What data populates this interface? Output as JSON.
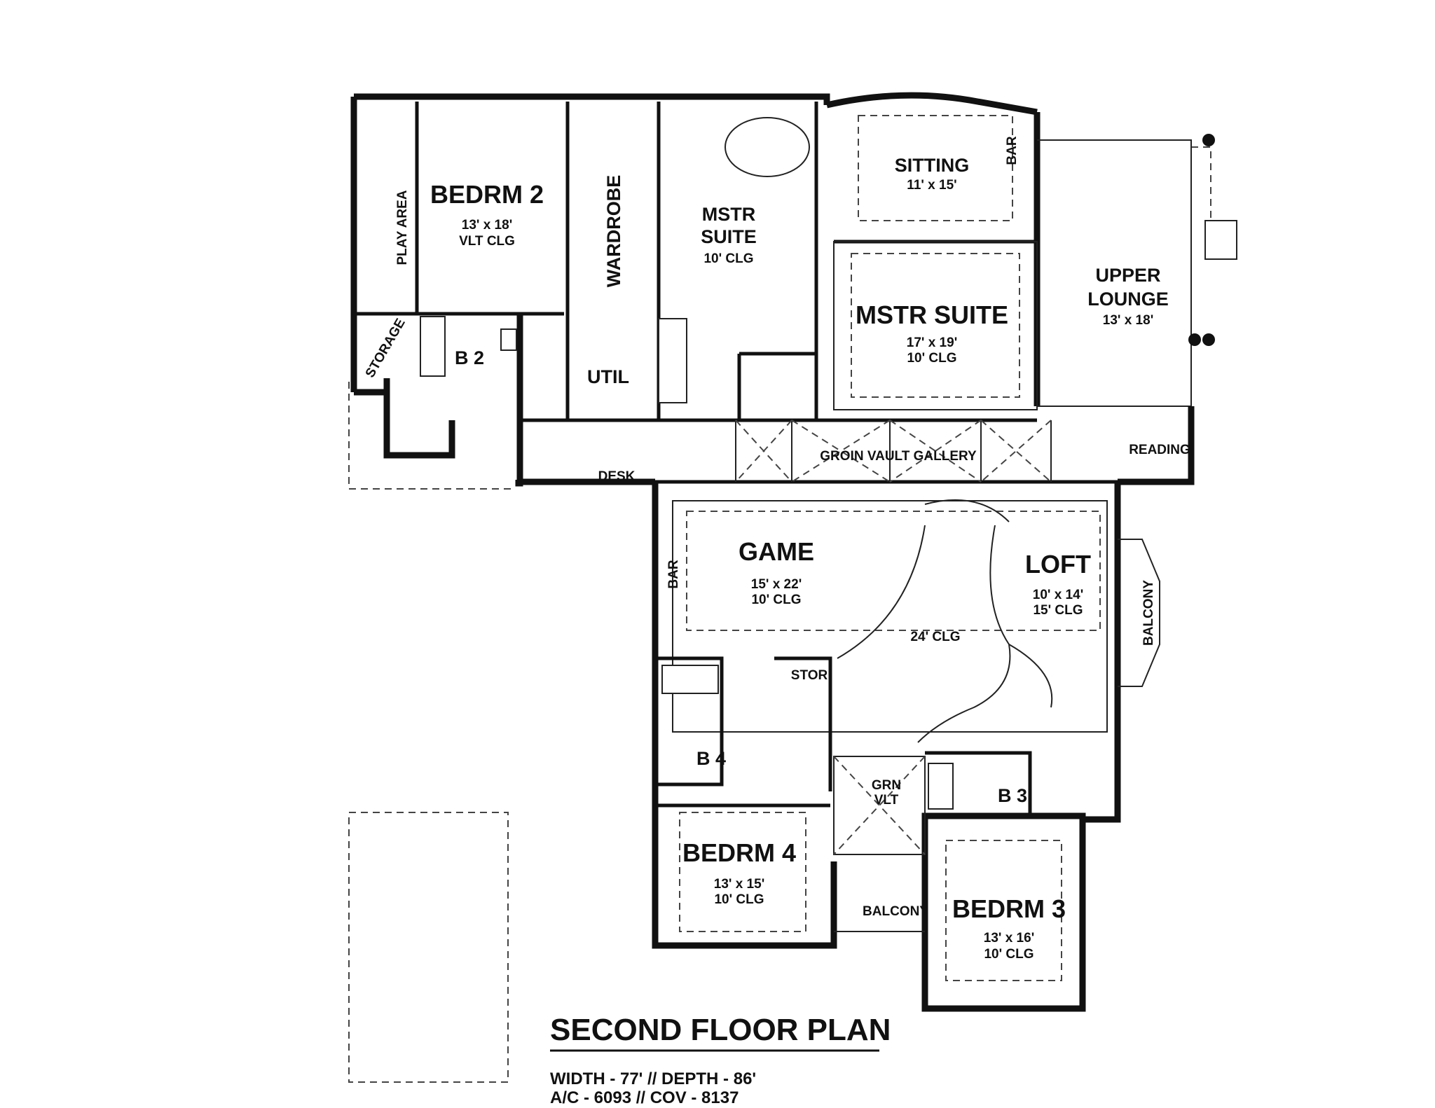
{
  "plan": {
    "title": "SECOND FLOOR PLAN",
    "dimensions": "WIDTH - 77' // DEPTH - 86'",
    "area": "A/C - 6093 // COV - 8137"
  },
  "rooms": {
    "bedrm2": {
      "name": "BEDRM 2",
      "size": "13' x 18'",
      "clg": "VLT CLG"
    },
    "play_area": {
      "name": "PLAY AREA"
    },
    "storage": {
      "name": "STORAGE"
    },
    "b2": {
      "name": "B 2"
    },
    "wardrobe": {
      "name": "WARDROBE"
    },
    "util": {
      "name": "UTIL"
    },
    "mstr_bath": {
      "name_line1": "MSTR",
      "name_line2": "SUITE",
      "clg": "10' CLG"
    },
    "sitting": {
      "name": "SITTING",
      "size": "11' x 15'"
    },
    "bar_top": {
      "name": "BAR"
    },
    "mstr_suite": {
      "name": "MSTR SUITE",
      "size": "17' x 19'",
      "clg": "10' CLG"
    },
    "upper_lounge": {
      "name_line1": "UPPER",
      "name_line2": "LOUNGE",
      "size": "13' x 18'"
    },
    "gallery": {
      "name": "GROIN VAULT GALLERY"
    },
    "reading": {
      "name": "READING"
    },
    "desk": {
      "name": "DESK"
    },
    "game": {
      "name": "GAME",
      "size": "15' x 22'",
      "clg": "10' CLG"
    },
    "bar_game": {
      "name": "BAR"
    },
    "loft": {
      "name": "LOFT",
      "size": "10' x 14'",
      "clg": "15' CLG"
    },
    "stair_clg": {
      "name": "24' CLG"
    },
    "balcony_right": {
      "name": "BALCONY"
    },
    "stor": {
      "name": "STOR"
    },
    "b4": {
      "name": "B 4"
    },
    "grn_vlt": {
      "name_line1": "GRN",
      "name_line2": "VLT"
    },
    "b3": {
      "name": "B 3"
    },
    "bedrm4": {
      "name": "BEDRM 4",
      "size": "13' x 15'",
      "clg": "10' CLG"
    },
    "balcony_mid": {
      "name": "BALCONY"
    },
    "bedrm3": {
      "name": "BEDRM 3",
      "size": "13' x 16'",
      "clg": "10' CLG"
    }
  }
}
